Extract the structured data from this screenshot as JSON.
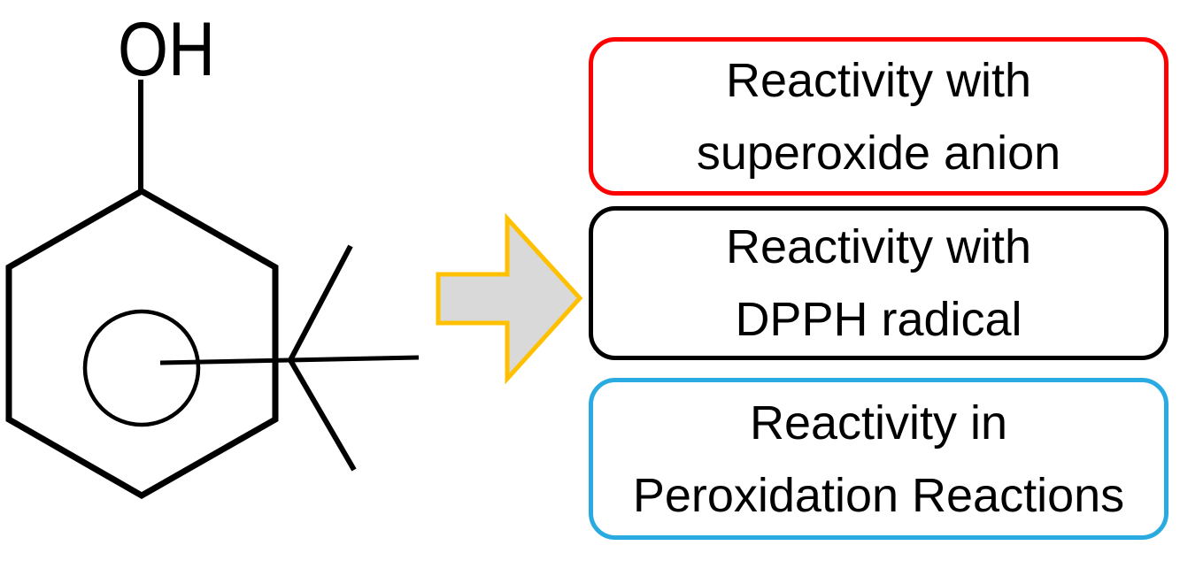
{
  "molecule": {
    "hydroxyl_label": "OH"
  },
  "arrow": {
    "fill_color": "#D9D9D9",
    "border_color": "#FFC000"
  },
  "boxes": [
    {
      "line1": "Reactivity with",
      "line2": "superoxide anion",
      "border_color": "#FF0000"
    },
    {
      "line1": "Reactivity with",
      "line2": "DPPH radical",
      "border_color": "#000000"
    },
    {
      "line1": "Reactivity in",
      "line2": "Peroxidation Reactions",
      "border_color": "#29ABE2"
    }
  ]
}
